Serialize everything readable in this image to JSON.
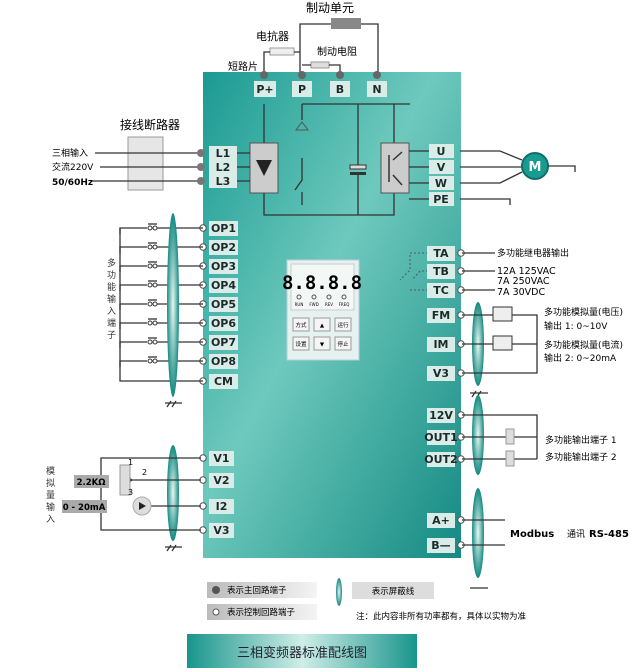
{
  "top": {
    "brake_unit": "制动单元",
    "reactor": "电抗器",
    "brake_resistor": "制动电阻",
    "short_bar": "短路片",
    "terminals": [
      "P+",
      "P",
      "B",
      "N"
    ]
  },
  "input": {
    "breaker": "接线断路器",
    "lines": [
      "三相输入",
      "交流220V",
      "50/60Hz"
    ],
    "terminals": [
      "L1",
      "L2",
      "L3"
    ]
  },
  "output": {
    "terminals": [
      "U",
      "V",
      "W",
      "PE"
    ],
    "motor": "M"
  },
  "digital_inputs": {
    "label": "多功能输入端子",
    "terminals": [
      "OP1",
      "OP2",
      "OP3",
      "OP4",
      "OP5",
      "OP6",
      "OP7",
      "OP8",
      "CM"
    ]
  },
  "relay": {
    "terminals": [
      "TA",
      "TB",
      "TC"
    ],
    "lines": [
      "多功能继电器输出",
      "12A 125VAC",
      "7A 250VAC",
      "7A 30VDC"
    ]
  },
  "analog_out": {
    "terminals": [
      "FM",
      "IM",
      "V3"
    ],
    "lines": [
      "多功能模拟量(电压)",
      "输出 1: 0~10V",
      "多功能模拟量(电流)",
      "输出 2: 0~20mA"
    ]
  },
  "digital_out": {
    "terminals": [
      "12V",
      "OUT1",
      "OUT2"
    ],
    "lines": [
      "多功能输出端子 1",
      "多功能输出端子 2"
    ]
  },
  "analog_in": {
    "label": "模拟量输入",
    "terminals": [
      "V1",
      "V2",
      "I2",
      "V3"
    ],
    "resistor": "2.2KΩ",
    "current": "0 - 20mA",
    "pins": [
      "1",
      "2",
      "3"
    ]
  },
  "comm": {
    "terminals": [
      "A+",
      "B—"
    ],
    "protocol": "Modbus",
    "label": "通讯",
    "bus": "RS-485"
  },
  "keypad": {
    "display": "8.8.8.8",
    "leds": [
      "RUN",
      "FWD",
      "REV",
      "FREQ"
    ],
    "keys": [
      "方式",
      "▲",
      "运行",
      "设置",
      "▼",
      "停止"
    ]
  },
  "legend": {
    "main_circuit": "表示主回路端子",
    "control_circuit": "表示控制回路端子",
    "shield": "表示屏蔽线",
    "note": "注：此内容非所有功率都有，具体以实物为准"
  },
  "title": "三相变频器标准配线图",
  "colors": {
    "teal": "#1a9b92",
    "terminal": "#d9ece8"
  }
}
